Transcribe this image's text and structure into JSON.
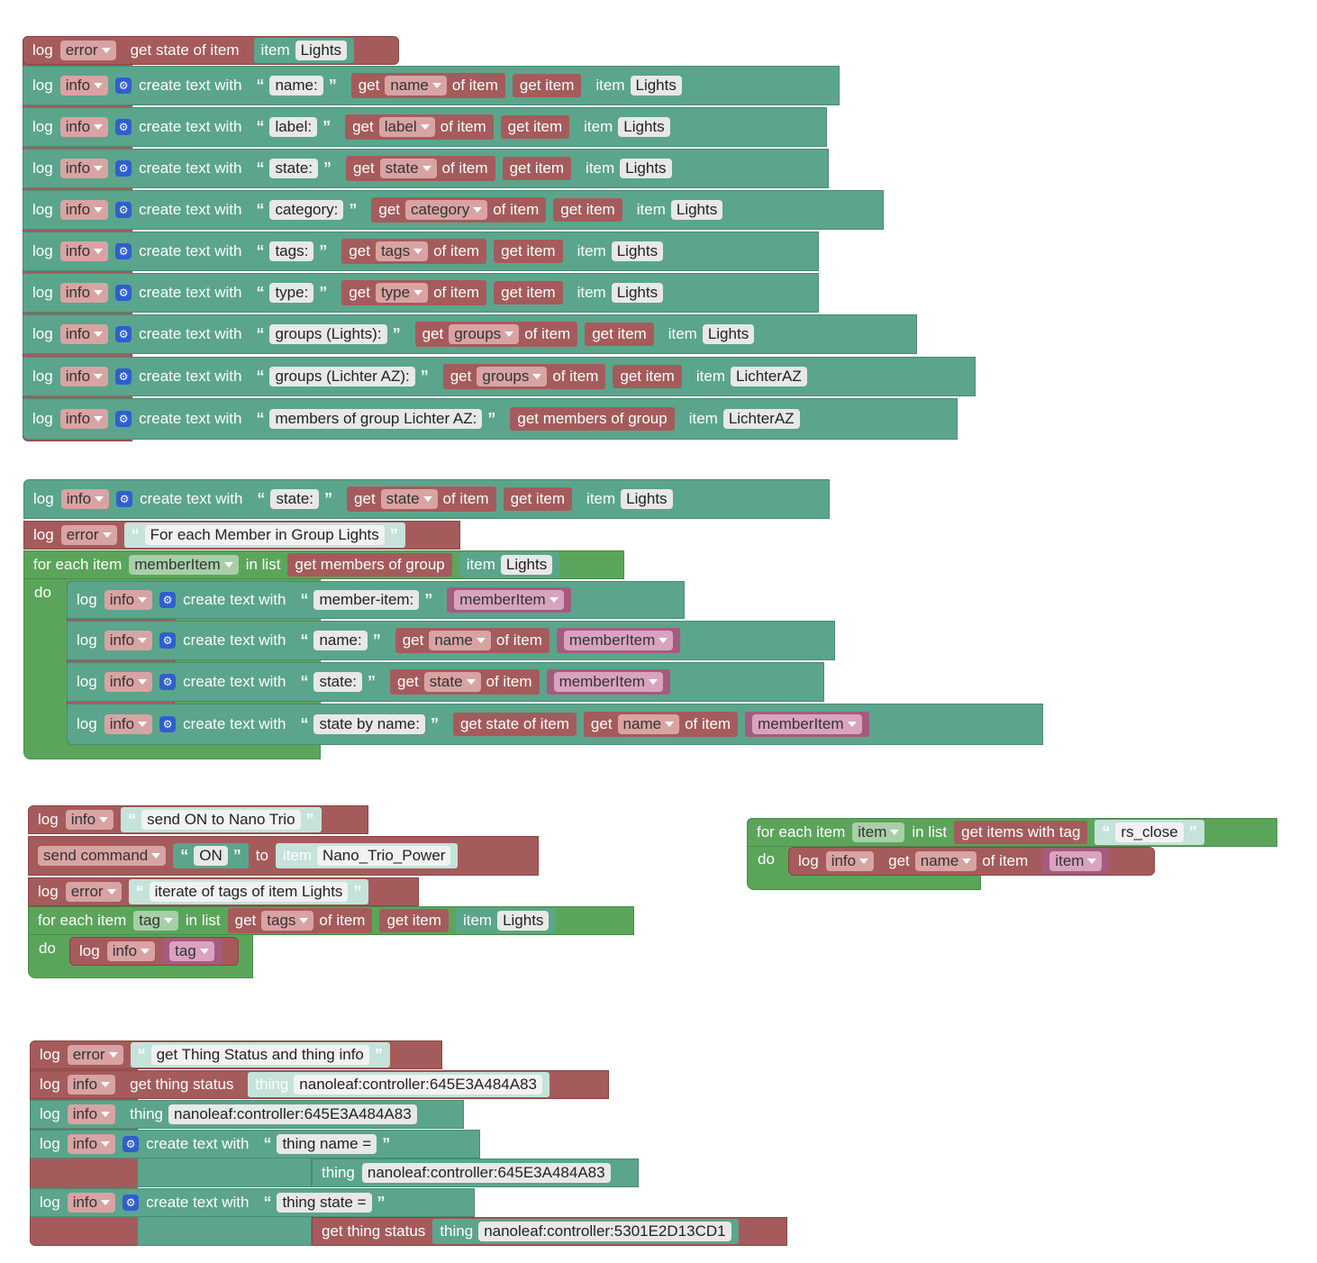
{
  "labels": {
    "log": "log",
    "error": "error",
    "info": "info",
    "create_text_with": "create text with",
    "get_state_of_item": "get state of item",
    "item": "item",
    "get": "get",
    "of_item": "of item",
    "get_item": "get item",
    "get_members_of_group": "get members of group",
    "for_each_item": "for each item",
    "in_list": "in list",
    "do": "do",
    "send_command": "send command",
    "to": "to",
    "get_items_with_tag": "get items with tag",
    "get_thing_status": "get thing status",
    "thing": "thing",
    "open_quote": "“",
    "close_quote": "”"
  },
  "values": {
    "lights": "Lights",
    "lichteraz": "LichterAZ",
    "name_lbl": "name:",
    "label_lbl": "label:",
    "state_lbl": "state:",
    "category_lbl": "category:",
    "tags_lbl": "tags:",
    "type_lbl": "type:",
    "groups_lights_lbl": "groups (Lights):",
    "groups_lichter_lbl": "groups (Lichter AZ):",
    "members_lbl": "members of group Lichter AZ:",
    "prop_name": "name",
    "prop_label": "label",
    "prop_state": "state",
    "prop_category": "category",
    "prop_tags": "tags",
    "prop_type": "type",
    "prop_groups": "groups",
    "for_each_member": "For each Member in Group Lights",
    "memberitem": "memberItem",
    "member_item_lbl": "member-item:",
    "name_lbl2": "name:",
    "state_lbl2": "state:",
    "state_by_name_lbl": "state by name:",
    "send_on": "send ON to Nano Trio",
    "on": "ON",
    "nano_trio_power": "Nano_Trio_Power",
    "iterate_tags": "iterate of tags of item Lights",
    "tag": "tag",
    "rs_close": "rs_close",
    "item_var": "item",
    "get_thing_status_info": "get Thing Status and thing info",
    "thing_uid1": "nanoleaf:controller:645E3A484A83",
    "thing_name_eq": "thing name =",
    "thing_state_eq": "thing state =",
    "thing_uid2": "nanoleaf:controller:5301E2D13CD1"
  }
}
